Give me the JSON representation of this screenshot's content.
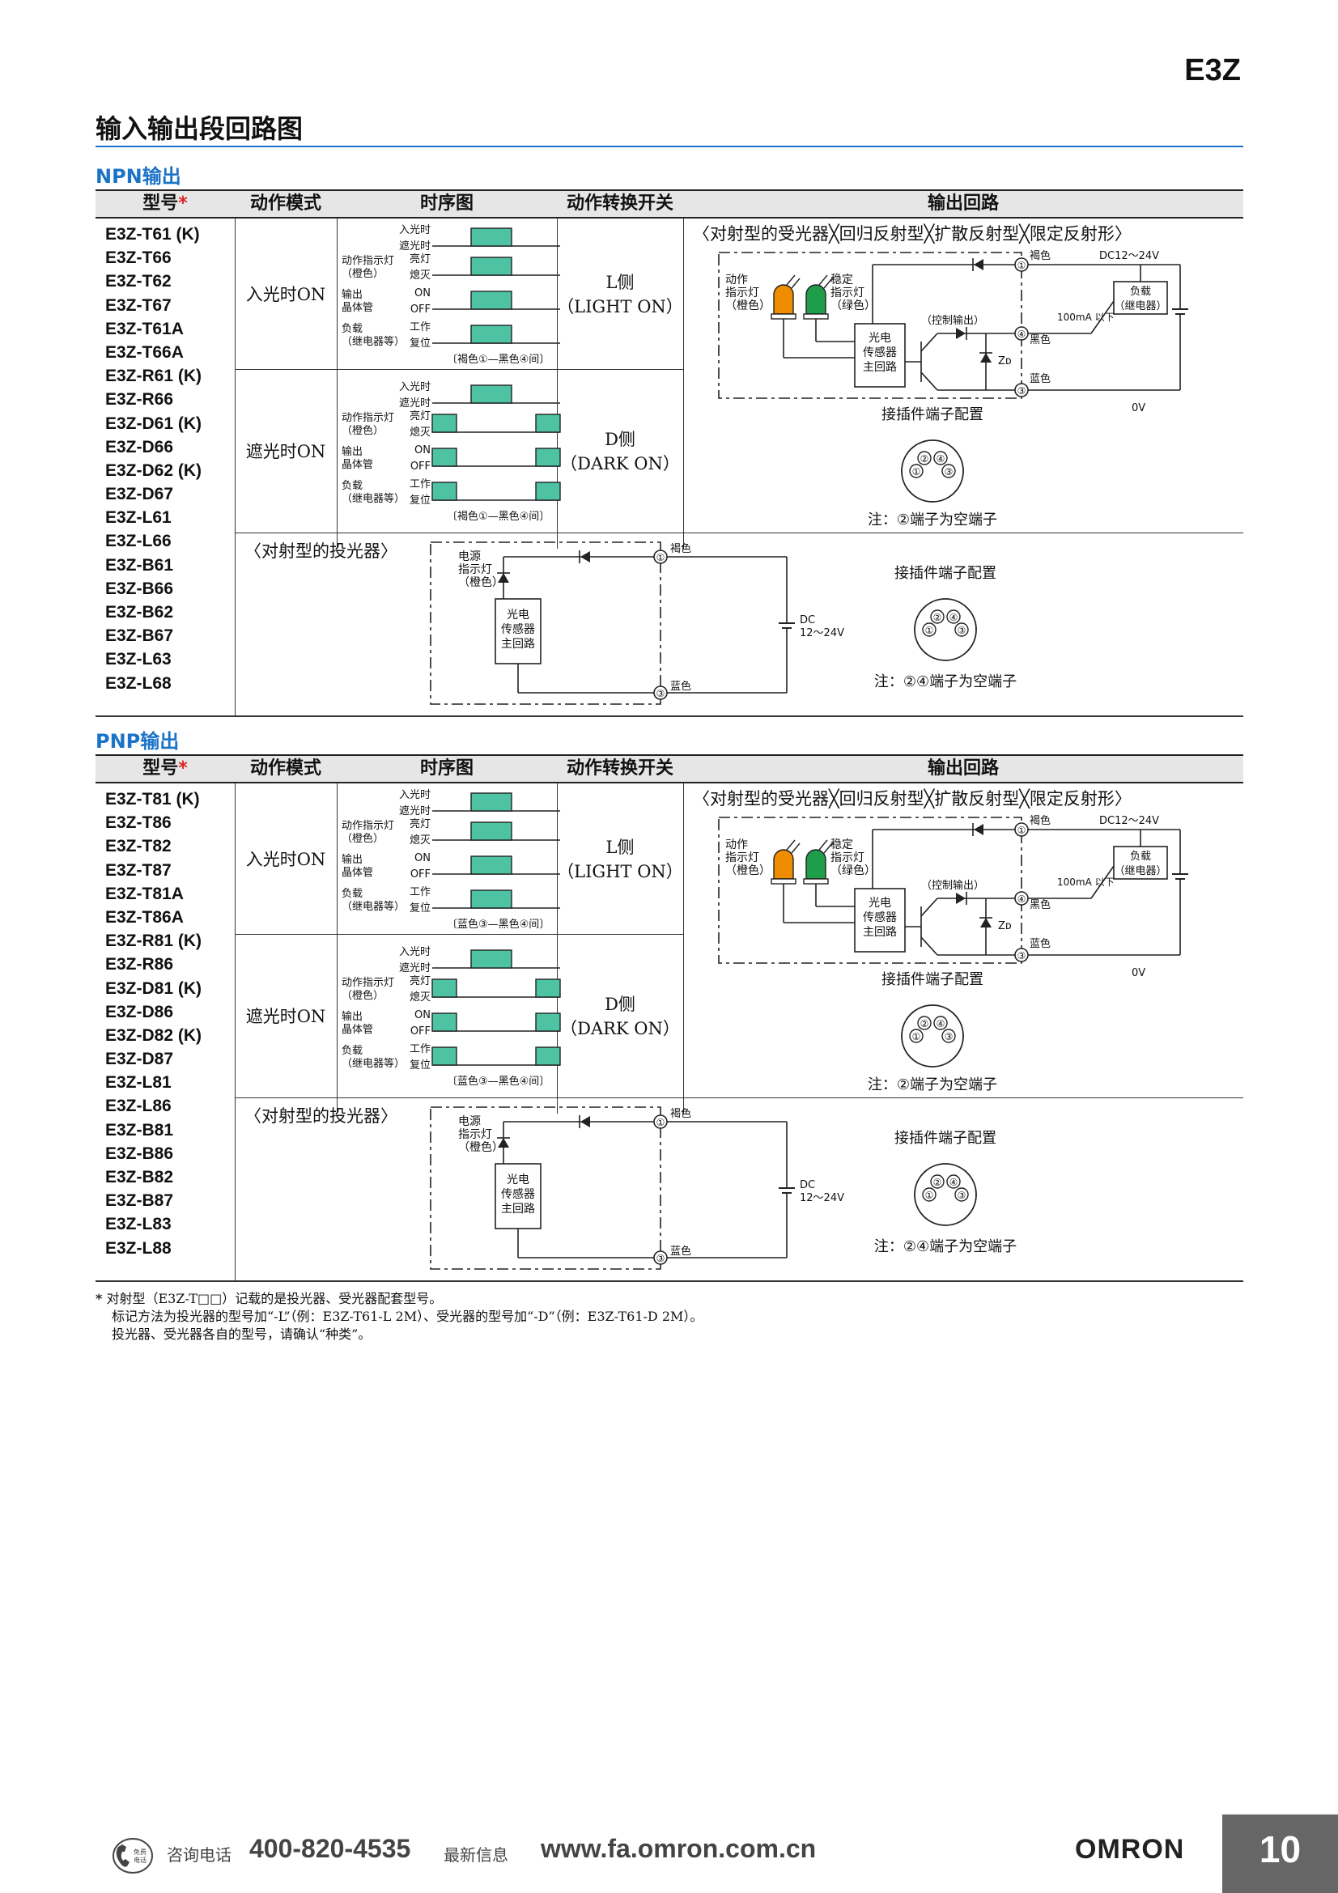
{
  "header": {
    "series": "E3Z",
    "page_title": "输入输出段回路图"
  },
  "columns": {
    "model": "型号",
    "star": "*",
    "mode": "动作模式",
    "timing": "时序图",
    "switch": "动作转换开关",
    "circuit": "输出回路"
  },
  "sections": [
    {
      "title": "NPN输出",
      "models": [
        "E3Z-T61 (K)",
        "E3Z-T66",
        "E3Z-T62",
        "E3Z-T67",
        "E3Z-T61A",
        "E3Z-T66A",
        "E3Z-R61 (K)",
        "E3Z-R66",
        "E3Z-D61 (K)",
        "E3Z-D66",
        "E3Z-D62 (K)",
        "E3Z-D67",
        "E3Z-L61",
        "E3Z-L66",
        "E3Z-B61",
        "E3Z-B66",
        "E3Z-B62",
        "E3Z-B67",
        "E3Z-L63",
        "E3Z-L68"
      ],
      "modes": [
        "入光时ON",
        "遮光时ON"
      ],
      "switches": [
        {
          "side": "L侧",
          "eng": "（LIGHT ON）"
        },
        {
          "side": "D侧",
          "eng": "（DARK ON）"
        }
      ],
      "timing_bracket": "〔褐色①—黑色④间〕",
      "receiver_title": "〈对射型的受光器╳回归反射型╳扩散反射型╳限定反射形〉",
      "emitter_title": "〈对射型的投光器〉",
      "connector_title": "接插件端子配置",
      "note_receiver": "注：②端子为空端子",
      "note_emitter": "注：②④端子为空端子",
      "load_label": "100mA 以下"
    },
    {
      "title": "PNP输出",
      "models": [
        "E3Z-T81 (K)",
        "E3Z-T86",
        "E3Z-T82",
        "E3Z-T87",
        "E3Z-T81A",
        "E3Z-T86A",
        "E3Z-R81 (K)",
        "E3Z-R86",
        "E3Z-D81 (K)",
        "E3Z-D86",
        "E3Z-D82 (K)",
        "E3Z-D87",
        "E3Z-L81",
        "E3Z-L86",
        "E3Z-B81",
        "E3Z-B86",
        "E3Z-B82",
        "E3Z-B87",
        "E3Z-L83",
        "E3Z-L88"
      ],
      "modes": [
        "入光时ON",
        "遮光时ON"
      ],
      "switches": [
        {
          "side": "L侧",
          "eng": "（LIGHT ON）"
        },
        {
          "side": "D侧",
          "eng": "（DARK ON）"
        }
      ],
      "timing_bracket": "〔蓝色③—黑色④间〕",
      "receiver_title": "〈对射型的受光器╳回归反射型╳扩散反射型╳限定反射形〉",
      "emitter_title": "〈对射型的投光器〉",
      "connector_title": "接插件端子配置",
      "note_receiver": "注：②端子为空端子",
      "note_emitter": "注：②④端子为空端子",
      "load_label": "100mA 以下"
    }
  ],
  "timing_labels": {
    "incident": "入光时",
    "interrupted": "遮光时",
    "indicator": "动作指示灯",
    "indicator_sub": "（橙色）",
    "lit": "亮灯",
    "unlit": "熄灭",
    "output": "输出",
    "output_sub": "晶体管",
    "on": "ON",
    "off": "OFF",
    "load": "负载",
    "load_sub": "（继电器等）",
    "operate": "工作",
    "reset": "复位"
  },
  "circuit_labels": {
    "op_ind_1": "动作",
    "op_ind_2": "指示灯",
    "op_ind_3": "（橙色）",
    "st_ind_1": "稳定",
    "st_ind_2": "指示灯",
    "st_ind_3": "（绿色）",
    "main_1": "光电",
    "main_2": "传感器",
    "main_3": "主回路",
    "ctrl": "（控制输出）",
    "zd": "Zᴅ",
    "brown": "褐色",
    "black": "黑色",
    "blue": "蓝色",
    "dc": "DC12～24V",
    "zero": "0V",
    "load_1": "负载",
    "load_2": "（继电器）",
    "pwr_1": "电源",
    "pwr_2": "指示灯",
    "pwr_3": "（橙色）",
    "dc_a": "DC",
    "dc_b": "12～24V",
    "pin1": "①",
    "pin2": "②",
    "pin3": "③",
    "pin4": "④"
  },
  "footnote": {
    "mark": "*",
    "line1": "对射型（E3Z-T□□）记载的是投光器、受光器配套型号。",
    "line2": "标记方法为投光器的型号加“-L”（例：E3Z-T61-L 2M）、受光器的型号加“-D”（例：E3Z-T61-D 2M）。",
    "line3": "投光器、受光器各自的型号，请确认“种类”。"
  },
  "footer": {
    "phone_label": "咨询电话",
    "phone": "400-820-4535",
    "info_label": "最新信息",
    "url": "www.fa.omron.com.cn",
    "brand": "OMRON",
    "page": "10",
    "icon_text": "免费电话"
  },
  "colors": {
    "accent": "#1a73c7",
    "timing_fill": "#4ec3a4",
    "orange_led": "#f08c00",
    "green_led": "#1f9e4a",
    "page_box": "#666666"
  }
}
